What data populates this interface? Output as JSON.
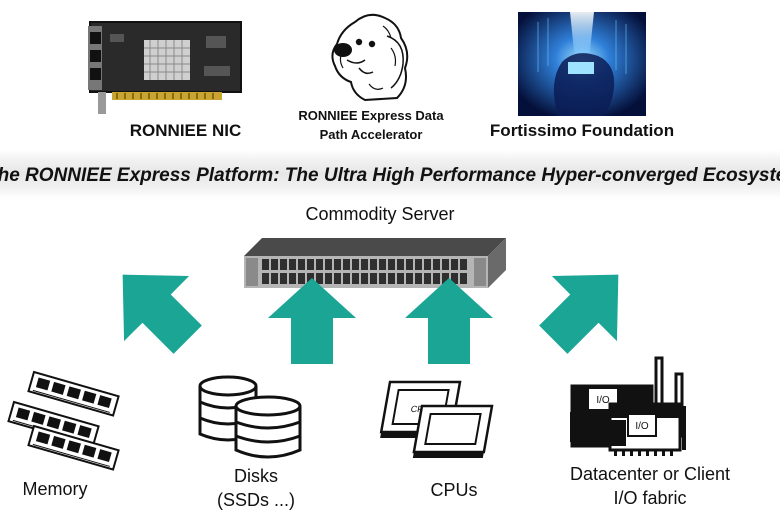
{
  "top_products": {
    "nic": {
      "label": "RONNIEE NIC",
      "icon": "network-card-icon"
    },
    "accelerator": {
      "label_line1": "RONNIEE Express Data",
      "label_line2": "Path Accelerator",
      "icon": "dog-logo-icon"
    },
    "foundation": {
      "label": "Fortissimo Foundation",
      "icon": "glowing-head-icon"
    }
  },
  "banner": {
    "text": "The RONNIEE Express Platform: The Ultra High Performance Hyper-converged Ecosystem"
  },
  "server": {
    "label": "Commodity Server",
    "icon": "rack-server-icon"
  },
  "components": {
    "memory": {
      "label": "Memory",
      "icon": "memory-modules-icon"
    },
    "disks": {
      "label_line1": "Disks",
      "label_line2": "(SSDs ...)",
      "icon": "disk-stack-icon"
    },
    "cpus": {
      "label": "CPUs",
      "icon": "cpu-chips-icon"
    },
    "io": {
      "label_line1": "Datacenter or Client",
      "label_line2": "I/O fabric",
      "io_text": "I/O",
      "icon": "io-cards-icon"
    }
  },
  "colors": {
    "arrow": "#1aa594",
    "text": "#111111",
    "banner_bg": "#e6e6e6"
  }
}
